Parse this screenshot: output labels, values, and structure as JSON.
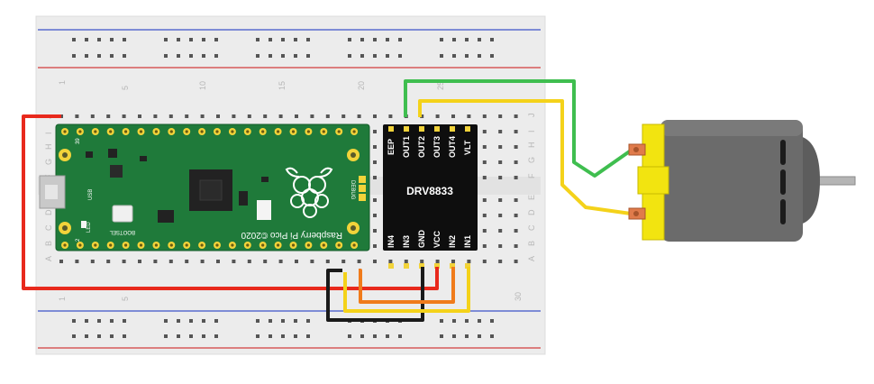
{
  "breadboard": {
    "column_numbers": [
      "1",
      "5",
      "10",
      "15",
      "20",
      "25",
      "30"
    ],
    "row_letters_top": [
      "J",
      "I",
      "H",
      "G",
      "F"
    ],
    "row_letters_bottom": [
      "E",
      "D",
      "C",
      "B",
      "A"
    ]
  },
  "pico": {
    "brand": "Raspberry Pi Pico ©2020",
    "usb_label": "USB",
    "led_label": "LED",
    "bootsel_label": "BOOTSEL",
    "debug_label": "DEBUG",
    "pin_top_left": "39",
    "pin_bottom_left": "2"
  },
  "driver": {
    "name": "DRV8833",
    "pins_top": [
      "EEP",
      "OUT1",
      "OUT2",
      "OUT3",
      "OUT4",
      "VLT"
    ],
    "pins_bottom": [
      "IN4",
      "IN3",
      "GND",
      "VCC",
      "IN2",
      "IN1"
    ]
  },
  "wires": {
    "colors": {
      "red": "#e8291c",
      "black": "#1a1a1a",
      "orange": "#f07b1b",
      "yellow": "#f4d21a",
      "green": "#3fbe4f"
    }
  },
  "motor": {
    "icon": "dc-motor-icon"
  }
}
